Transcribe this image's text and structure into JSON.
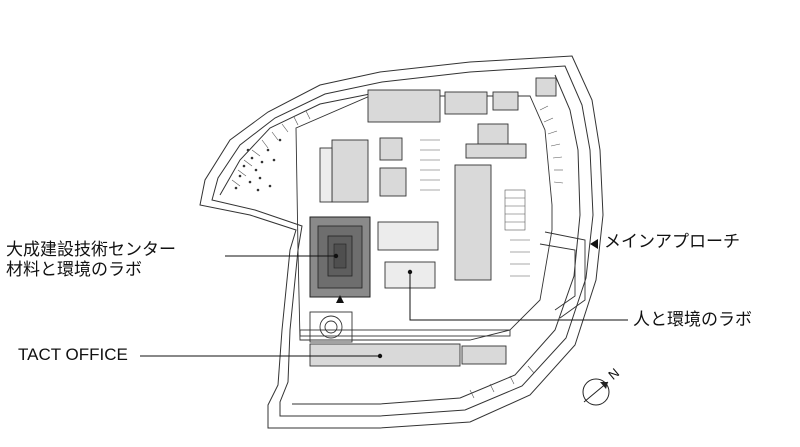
{
  "labels": {
    "center_line1": "大成建設技術センター",
    "center_line2": "材料と環境のラボ",
    "tact_office": "TACT OFFICE",
    "main_approach": "メインアプローチ",
    "human_lab": "人と環境のラボ"
  },
  "compass": {
    "north_label": "N",
    "icon": "north-arrow-icon"
  },
  "colors": {
    "line": "#333333",
    "building_fill": "#d9d9d9",
    "highlight_outer": "#8a8a8a",
    "highlight_inner": "#5e5e5e"
  }
}
